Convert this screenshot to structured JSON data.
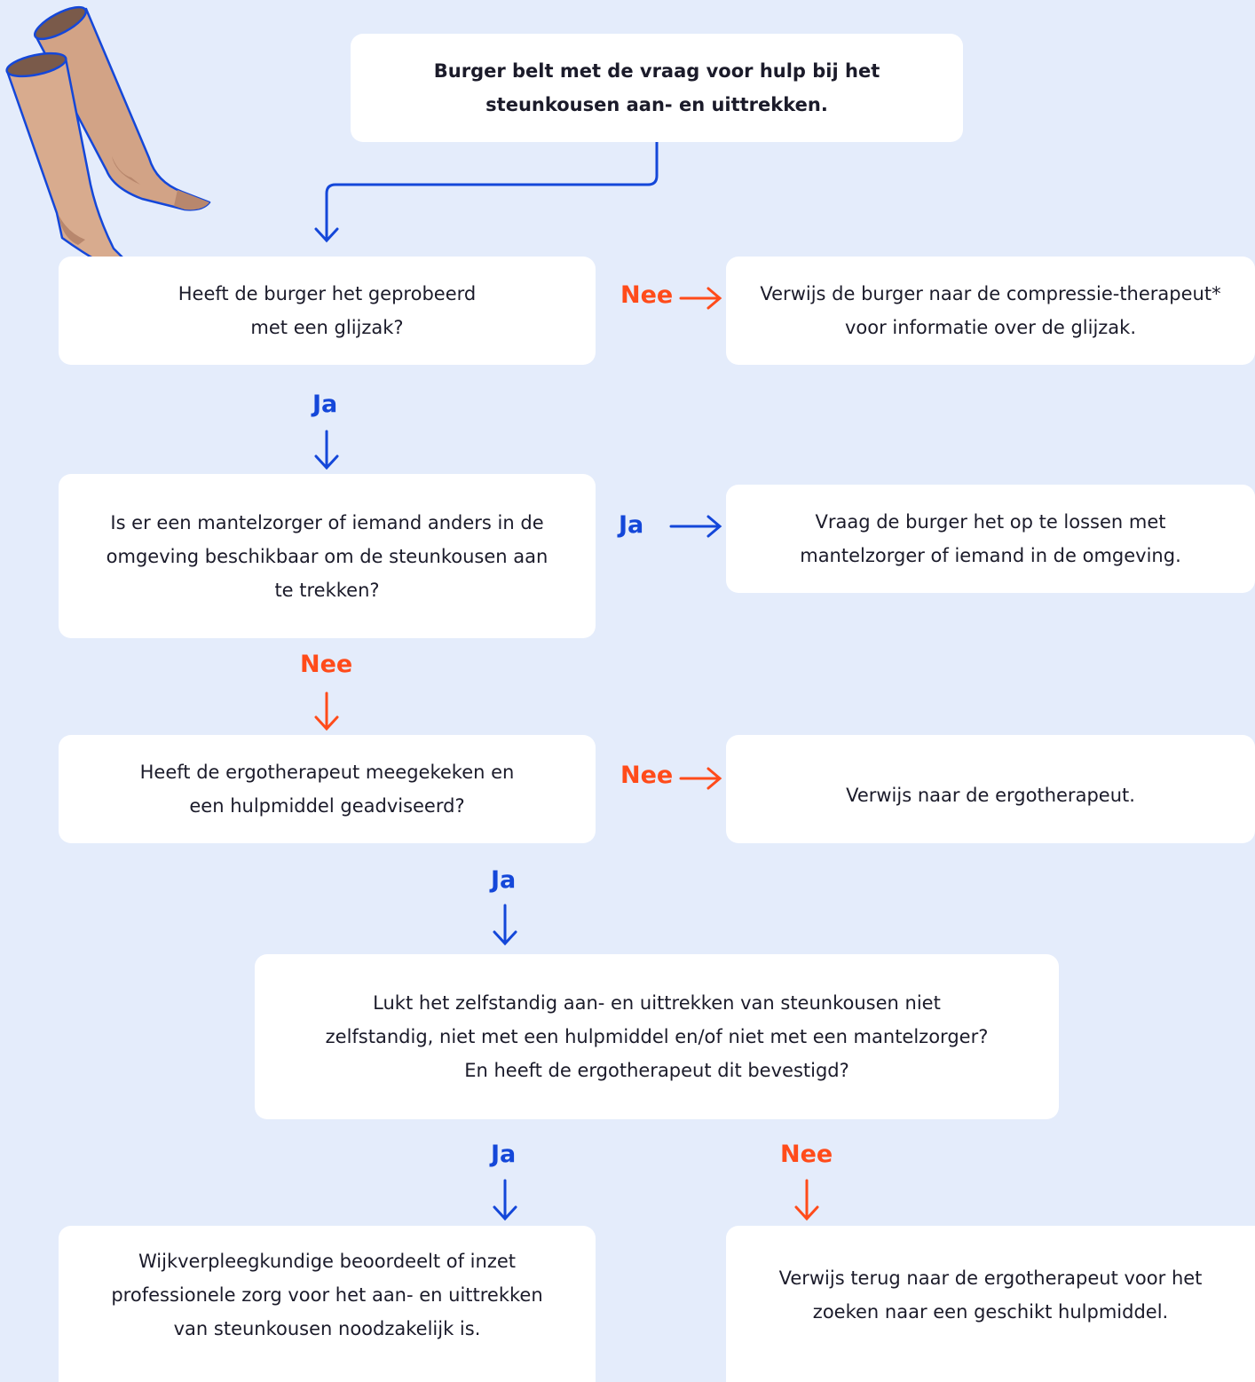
{
  "colors": {
    "background": "#e4ecfb",
    "box": "#ffffff",
    "ja": "#1447d9",
    "nee": "#ff4b1a",
    "text": "#1b1b2a"
  },
  "illustration": {
    "icon": "compression-stockings-icon"
  },
  "nodes": {
    "start": "Burger belt met de vraag voor hulp bij het steunkousen aan- en uittrekken.",
    "q1": "Heeft de burger het geprobeerd met een glijzak?",
    "r1": "Verwijs de burger naar de compressie-therapeut* voor informatie over de glijzak.",
    "q2": "Is er een mantelzorger of iemand anders in de omgeving beschikbaar om de steunkousen aan te trekken?",
    "r2": "Vraag de burger het op te lossen met mantelzorger of iemand in de omgeving.",
    "q3": "Heeft de ergotherapeut meegekeken en een hulpmiddel geadviseerd?",
    "r3": "Verwijs naar de ergotherapeut.",
    "q4": "Lukt het zelfstandig aan- en uittrekken van steunkousen niet zelfstandig, niet met een hulpmiddel en/of niet met een mantelzorger? En heeft de ergotherapeut dit bevestigd?",
    "end_ja": "Wijkverpleegkundige beoordeelt of inzet professionele zorg voor het aan- en uittrekken van steunkousen noodzakelijk is.",
    "end_nee": "Verwijs terug naar de ergotherapeut voor het zoeken naar een geschikt hulpmiddel."
  },
  "labels": {
    "q1_no": "Nee",
    "q1_yes": "Ja",
    "q2_yes": "Ja",
    "q2_no": "Nee",
    "q3_no": "Nee",
    "q3_yes": "Ja",
    "q4_yes": "Ja",
    "q4_no": "Nee"
  }
}
